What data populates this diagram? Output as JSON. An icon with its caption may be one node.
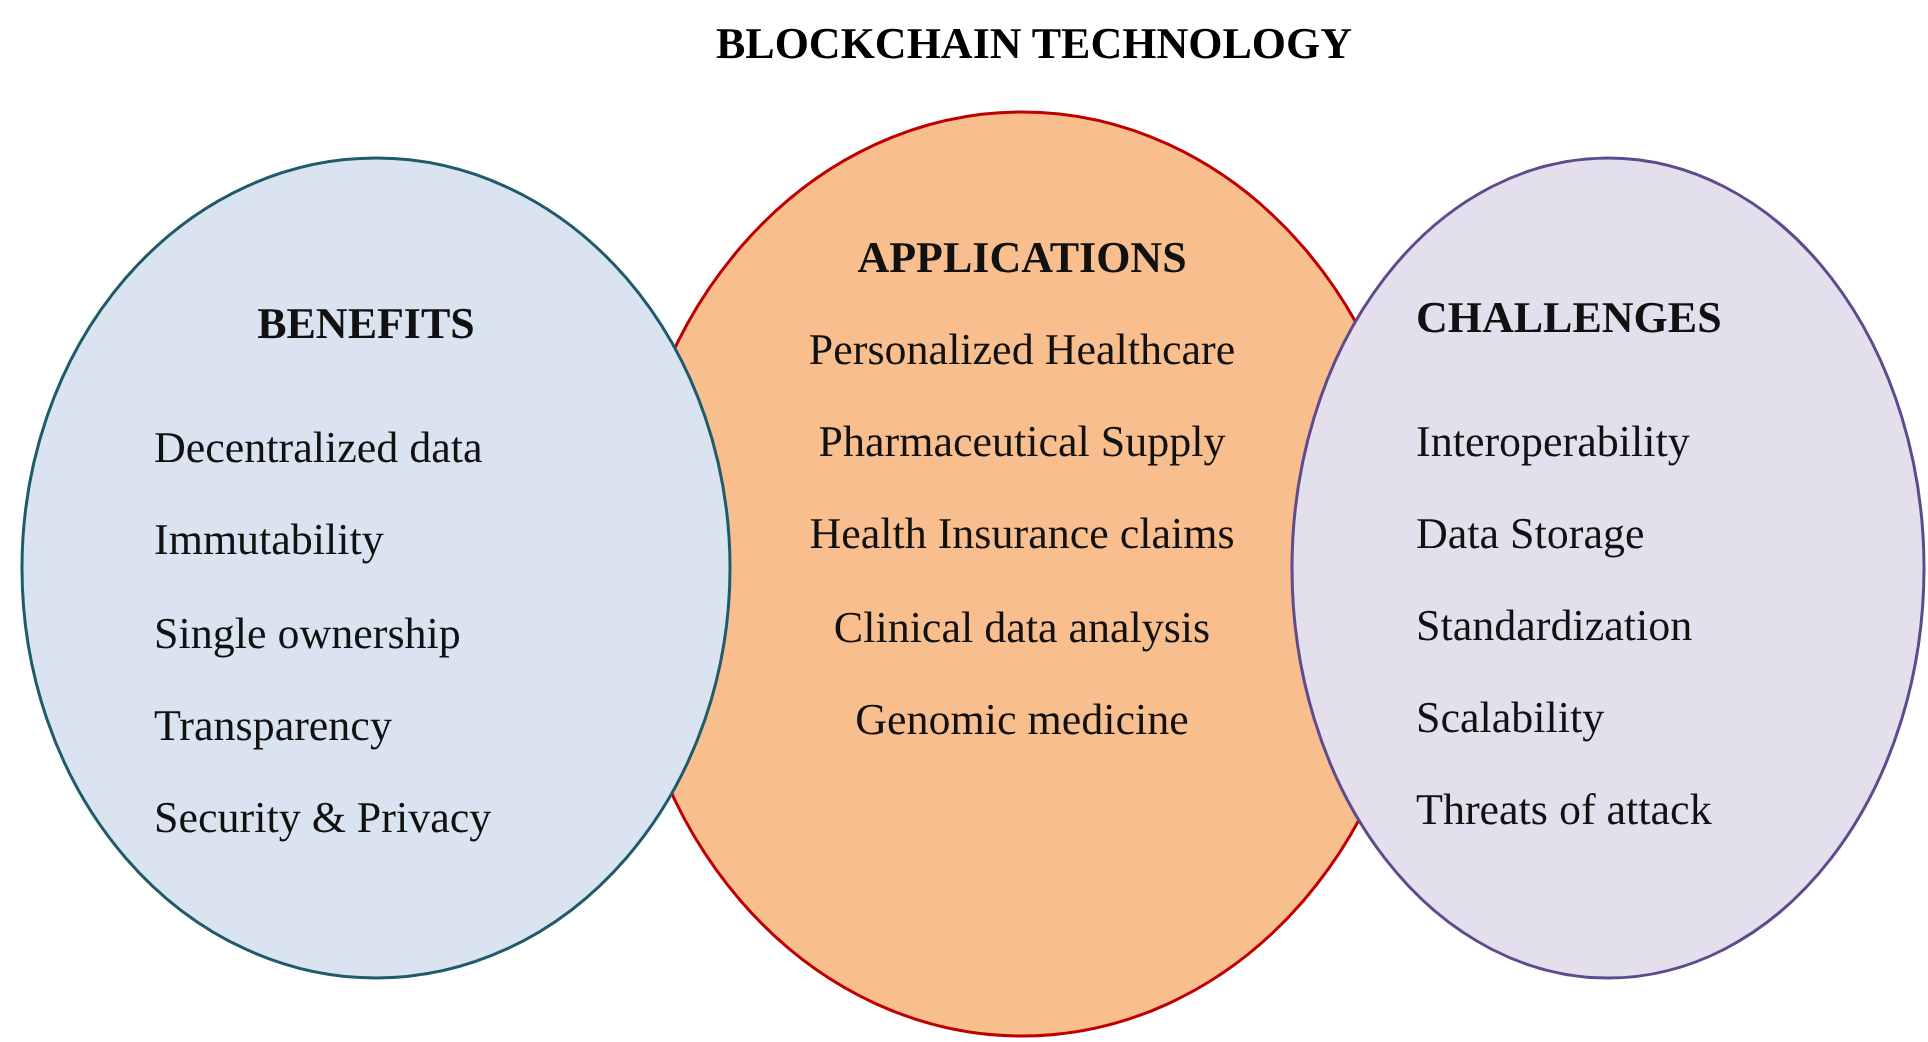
{
  "diagram": {
    "title": "BLOCKCHAIN TECHNOLOGY",
    "nodes": [
      {
        "text": [
          "BENEFITS",
          "Decentralized data",
          "Immutability",
          "Single ownership",
          "Transparency",
          "Security & Privacy"
        ]
      },
      {
        "text": [
          "APPLICATIONS",
          "Personalized Healthcare",
          "Pharmaceutical Supply",
          "Health Insurance claims",
          "Clinical data analysis",
          "Genomic medicine"
        ]
      },
      {
        "text": [
          "CHALLENGES",
          "Interoperability",
          "Data Storage",
          "Standardization",
          "Scalability",
          "Threats of attack"
        ]
      }
    ]
  }
}
